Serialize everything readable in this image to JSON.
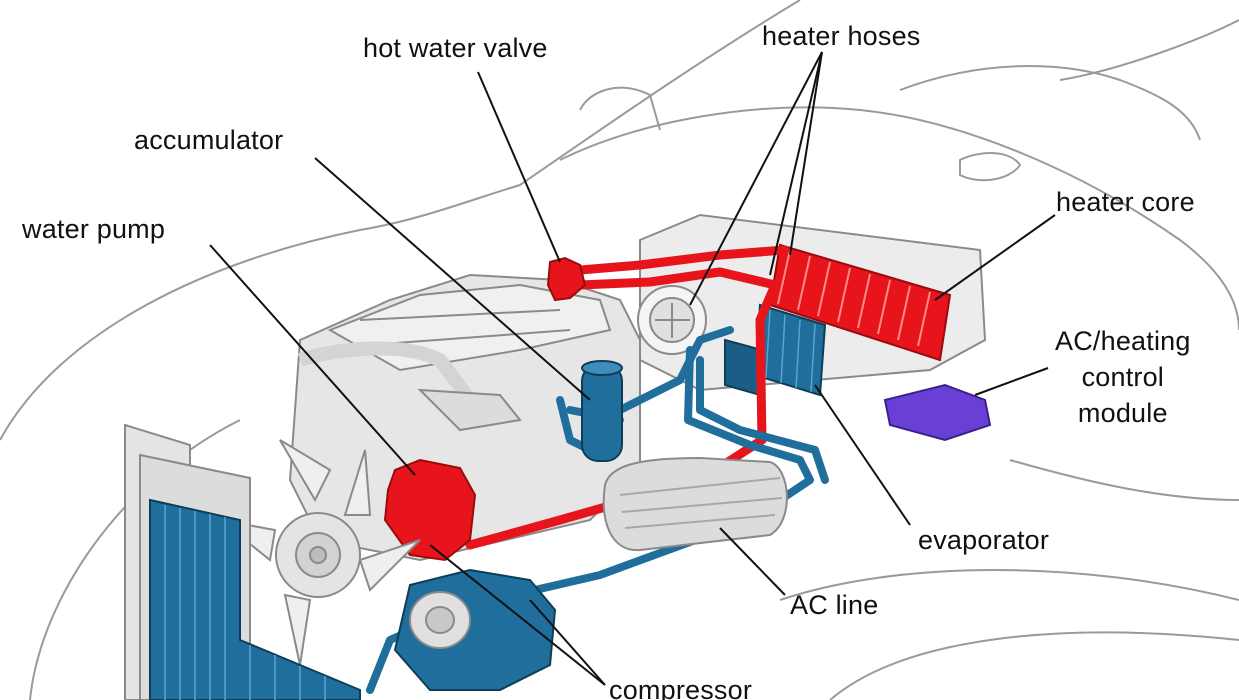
{
  "labels": {
    "hot_water_valve": "hot water valve",
    "heater_hoses": "heater hoses",
    "accumulator": "accumulator",
    "water_pump": "water pump",
    "heater_core": "heater core",
    "ac_heating_control_module": [
      "AC/heating",
      "control",
      "module"
    ],
    "evaporator": "evaporator",
    "ac_line": "AC line",
    "compressor": "compressor"
  },
  "colors": {
    "hot_coolant": "#e8141b",
    "refrigerant": "#1f6e9c",
    "control_module": "#6a3fd6",
    "outline": "#8a8a8a",
    "body_fill": "#e9e9e9"
  }
}
